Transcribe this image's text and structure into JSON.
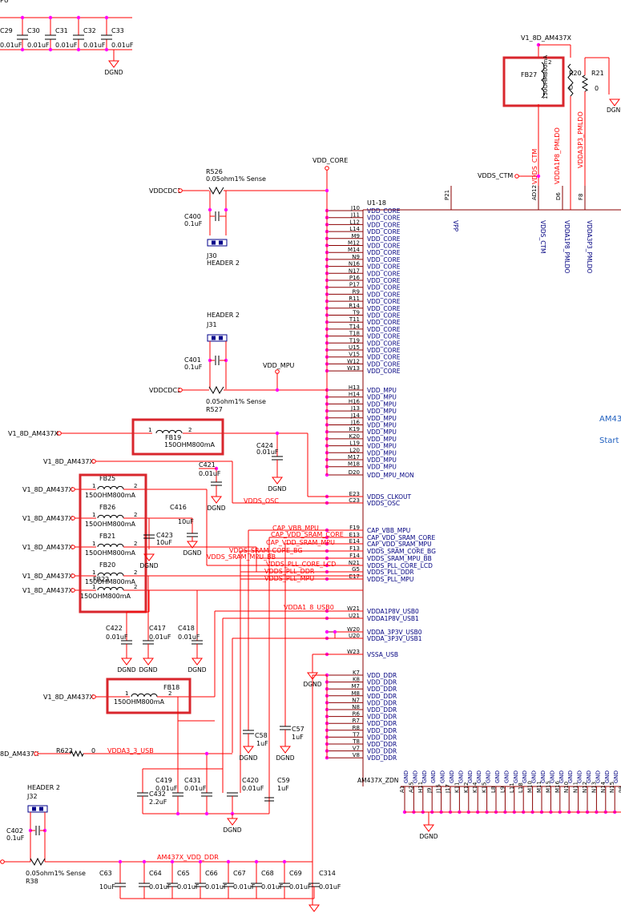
{
  "top_caps": {
    "refs": [
      "C29",
      "C30",
      "C31",
      "C32",
      "C33"
    ],
    "values": [
      "0.01uF",
      "0.01uF",
      "0.01uF",
      "0.01uF",
      "0.01uF"
    ],
    "partial_label": "PU",
    "gnd": "DGND"
  },
  "fb27": {
    "net": "V1_8D_AM437X",
    "ref": "FB27",
    "value": "150OHM800mA",
    "pin2": "2",
    "r20": "R20",
    "r20_val": "0",
    "r21": "R21",
    "r21_val": "0",
    "gnd": "DGND"
  },
  "upper_nets": {
    "vdds_ctm": "VDDS_CTM",
    "vdda1p8": "VDDA1P8_PMLDO",
    "vdda3p3": "VDDA3P3_PMLDO",
    "vdds_ctm_port": "VDDS_CTM"
  },
  "u1": {
    "ref": "U1-18",
    "part": "AM437X_ZDN",
    "title_partial": "AM43",
    "start_partial": "Start",
    "top_pins": [
      {
        "pin": "P21",
        "name": "VPP"
      },
      {
        "pin": "AD12",
        "name": "VDDS_CTM"
      },
      {
        "pin": "D6",
        "name": "VDDA1P8_PMLDO"
      },
      {
        "pin": "F8",
        "name": "VDDA3P3_PMLDO"
      }
    ],
    "left_pins": [
      {
        "pin": "J10",
        "name": "VDD_CORE"
      },
      {
        "pin": "J11",
        "name": "VDD_CORE"
      },
      {
        "pin": "L12",
        "name": "VDD_CORE"
      },
      {
        "pin": "L14",
        "name": "VDD_CORE"
      },
      {
        "pin": "M9",
        "name": "VDD_CORE"
      },
      {
        "pin": "M12",
        "name": "VDD_CORE"
      },
      {
        "pin": "M14",
        "name": "VDD_CORE"
      },
      {
        "pin": "N9",
        "name": "VDD_CORE"
      },
      {
        "pin": "N16",
        "name": "VDD_CORE"
      },
      {
        "pin": "N17",
        "name": "VDD_CORE"
      },
      {
        "pin": "P16",
        "name": "VDD_CORE"
      },
      {
        "pin": "P17",
        "name": "VDD_CORE"
      },
      {
        "pin": "R9",
        "name": "VDD_CORE"
      },
      {
        "pin": "R11",
        "name": "VDD_CORE"
      },
      {
        "pin": "R14",
        "name": "VDD_CORE"
      },
      {
        "pin": "T9",
        "name": "VDD_CORE"
      },
      {
        "pin": "T11",
        "name": "VDD_CORE"
      },
      {
        "pin": "T14",
        "name": "VDD_CORE"
      },
      {
        "pin": "T18",
        "name": "VDD_CORE"
      },
      {
        "pin": "T19",
        "name": "VDD_CORE"
      },
      {
        "pin": "U15",
        "name": "VDD_CORE"
      },
      {
        "pin": "V15",
        "name": "VDD_CORE"
      },
      {
        "pin": "W12",
        "name": "VDD_CORE"
      },
      {
        "pin": "W13",
        "name": "VDD_CORE"
      },
      {
        "pin": "H13",
        "name": "VDD_MPU"
      },
      {
        "pin": "H14",
        "name": "VDD_MPU"
      },
      {
        "pin": "H16",
        "name": "VDD_MPU"
      },
      {
        "pin": "J13",
        "name": "VDD_MPU"
      },
      {
        "pin": "J14",
        "name": "VDD_MPU"
      },
      {
        "pin": "J16",
        "name": "VDD_MPU"
      },
      {
        "pin": "K19",
        "name": "VDD_MPU"
      },
      {
        "pin": "K20",
        "name": "VDD_MPU"
      },
      {
        "pin": "L19",
        "name": "VDD_MPU"
      },
      {
        "pin": "L20",
        "name": "VDD_MPU"
      },
      {
        "pin": "M17",
        "name": "VDD_MPU"
      },
      {
        "pin": "M18",
        "name": "VDD_MPU"
      },
      {
        "pin": "D20",
        "name": "VDD_MPU_MON"
      },
      {
        "pin": "E23",
        "name": "VDDS_CLKOUT"
      },
      {
        "pin": "C23",
        "name": "VDDS_OSC"
      },
      {
        "pin": "F19",
        "name": "CAP_VBB_MPU"
      },
      {
        "pin": "E13",
        "name": "CAP_VDD_SRAM_CORE"
      },
      {
        "pin": "E14",
        "name": "CAP_VDD_SRAM_MPU"
      },
      {
        "pin": "F13",
        "name": "VDDS_SRAM_CORE_BG"
      },
      {
        "pin": "F14",
        "name": "VDDS_SRAM_MPU_BB"
      },
      {
        "pin": "N21",
        "name": "VDDS_PLL_CORE_LCD"
      },
      {
        "pin": "G5",
        "name": "VDDS_PLL_DDR"
      },
      {
        "pin": "E17",
        "name": "VDDS_PLL_MPU"
      },
      {
        "pin": "W21",
        "name": "VDDA1P8V_USB0"
      },
      {
        "pin": "U21",
        "name": "VDDA1P8V_USB1"
      },
      {
        "pin": "W20",
        "name": "VDDA_3P3V_USB0"
      },
      {
        "pin": "U20",
        "name": "VDDA_3P3V_USB1"
      },
      {
        "pin": "W23",
        "name": "VSSA_USB"
      },
      {
        "pin": "K7",
        "name": "VDD_DDR"
      },
      {
        "pin": "K8",
        "name": "VDD_DDR"
      },
      {
        "pin": "M7",
        "name": "VDD_DDR"
      },
      {
        "pin": "M8",
        "name": "VDD_DDR"
      },
      {
        "pin": "N7",
        "name": "VDD_DDR"
      },
      {
        "pin": "N8",
        "name": "VDD_DDR"
      },
      {
        "pin": "R6",
        "name": "VDD_DDR"
      },
      {
        "pin": "R7",
        "name": "VDD_DDR"
      },
      {
        "pin": "R8",
        "name": "VDD_DDR"
      },
      {
        "pin": "T7",
        "name": "VDD_DDR"
      },
      {
        "pin": "T8",
        "name": "VDD_DDR"
      },
      {
        "pin": "V7",
        "name": "VDD_DDR"
      },
      {
        "pin": "V8",
        "name": "VDD_DDR"
      }
    ],
    "bottom_pins": [
      "A1",
      "A25",
      "H11",
      "J9",
      "J15",
      "J17",
      "K11",
      "K12",
      "K14",
      "K15",
      "L8",
      "L9",
      "L11",
      "L18",
      "M10",
      "M11",
      "M15",
      "M16",
      "N10",
      "N11",
      "N12",
      "N13",
      "N14",
      "N15",
      "P8"
    ],
    "gnd_name": "GND",
    "gnd_net": "DGND"
  },
  "vdd_core_block": {
    "net": "VDD_CORE",
    "r_ref": "R526",
    "r_val": "0.05ohm1% Sense",
    "port": "VDDCDC1",
    "cap_ref": "C400",
    "cap_val": "0.1uF",
    "header_ref": "J30",
    "header_val": "HEADER 2"
  },
  "vdd_mpu_block": {
    "net": "VDD_MPU",
    "r_ref": "R527",
    "r_val": "0.05ohm1% Sense",
    "port": "VDDCDC2",
    "cap_ref": "C401",
    "cap_val": "0.1uF",
    "header_ref": "J31",
    "header_val": "HEADER 2"
  },
  "fb19": {
    "net": "V1_8D_AM437X",
    "ref": "FB19",
    "value": "150OHM800mA",
    "pin1": "1",
    "pin2": "2",
    "cap_ref": "C424",
    "cap_val": "0.01uF",
    "gnd": "DGND"
  },
  "osc_block": {
    "net": "V1_8D_AM437X",
    "cap_ref": "C421",
    "cap_val": "0.01uF",
    "gnd": "DGND",
    "net_label": "VDDS_OSC"
  },
  "fb_stack": {
    "items": [
      {
        "net": "V1_8D_AM437X",
        "ref": "FB25",
        "value": "150OHM800mA",
        "pin1": "1",
        "pin2": "2"
      },
      {
        "net": "V1_8D_AM437X",
        "ref": "FB26",
        "value": "150OHM800mA",
        "pin1": "1",
        "pin2": "2"
      },
      {
        "net": "V1_8D_AM437X",
        "ref": "FB21",
        "value": "150OHM800mA",
        "pin1": "1",
        "pin2": "2"
      },
      {
        "net": "V1_8D_AM437X",
        "ref": "FB20",
        "value": "150OHM800mA",
        "pin1": "1",
        "pin2": "2"
      },
      {
        "net": "V1_8D_AM437X",
        "ref": "FB22",
        "value": "150OHM800mA",
        "pin1": "1",
        "pin2": "2"
      }
    ],
    "c416": "C416",
    "c416_val": "10uF",
    "c423": "C423",
    "c423_val": "10uF",
    "gnd": "DGND",
    "net_labels": [
      "CAP_VBB_MPU",
      "CAP_VDD_SRAM_CORE",
      "CAP_VDD_SRAM_MPU",
      "VDDS_SRAM_CORE_BG",
      "VDDS_SRAM_MPU_BB",
      "VDDS_PLL_CORE_LCD",
      "VDDS_PLL_DDR",
      "VDDS_PLL_MPU"
    ]
  },
  "mid_caps": {
    "refs": [
      "C422",
      "C417",
      "C418"
    ],
    "values": [
      "0.01uF",
      "0.01uF",
      "0.01uF"
    ],
    "gnd": "DGND"
  },
  "usb_nets": {
    "usb0": "VDDA1_8_USB0",
    "usb33": "VDDA3_3_USB"
  },
  "fb18": {
    "net": "V1_8D_AM437X",
    "ref": "FB18",
    "value": "150OHM800mA",
    "pin1": "1",
    "pin2": "2"
  },
  "vssa_gnd": "DGND",
  "sram_caps": {
    "c58": "C58",
    "c58_val": "1uF",
    "c57": "C57",
    "c57_val": "1uF",
    "gnd": "DGND"
  },
  "r622": {
    "net_partial": "8D_AM437X",
    "ref": "R622",
    "val": "0"
  },
  "usb_caps": {
    "c419": "C419",
    "c419_val": "0.01uF",
    "c431": "C431",
    "c431_val": "0.01uF",
    "c432": "C432",
    "c432_val": "2.2uF",
    "c420": "C420",
    "c420_val": "0.01uF",
    "c59": "C59",
    "c59_val": "1uF",
    "gnd": "DGND"
  },
  "ddr_block": {
    "header_ref": "J32",
    "header_val": "HEADER 2",
    "cap_ref": "C402",
    "cap_val": "0.1uF",
    "r_ref": "R38",
    "r_val": "0.05ohm1% Sense",
    "net": "AM437X_VDD_DDR",
    "caps": [
      {
        "ref": "C63",
        "val": "10uF"
      },
      {
        "ref": "C64",
        "val": "0.01uF"
      },
      {
        "ref": "C65",
        "val": "0.01uF"
      },
      {
        "ref": "C66",
        "val": "0.01uF"
      },
      {
        "ref": "C67",
        "val": "0.01uF"
      },
      {
        "ref": "C68",
        "val": "0.01uF"
      },
      {
        "ref": "C69",
        "val": "0.01uF"
      },
      {
        "ref": "C314",
        "val": "0.01uF"
      }
    ],
    "gnd": "DGND"
  },
  "colors": {
    "wire": "#00008B",
    "net": "#ff0000",
    "pin": "#8B0000",
    "junction": "#ff00ff",
    "highlight": "#d9262c",
    "text": "#000080",
    "pintext": "#000080",
    "body": "#000000"
  }
}
